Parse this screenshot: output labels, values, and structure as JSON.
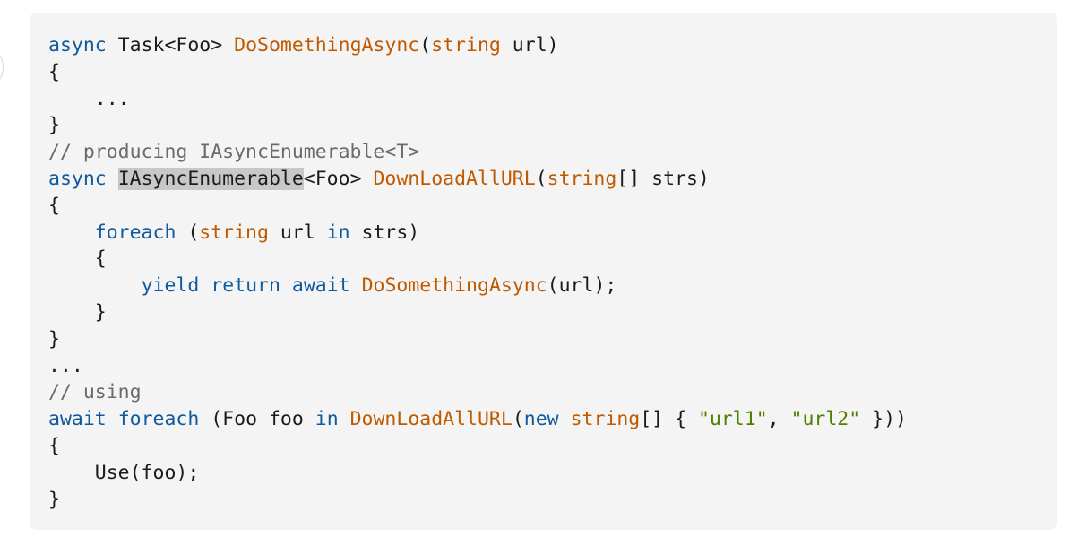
{
  "code": {
    "lines": [
      [
        {
          "text": "async",
          "kind": "keyword"
        },
        {
          "text": " Task<Foo> ",
          "kind": "plain"
        },
        {
          "text": "DoSomethingAsync",
          "kind": "function"
        },
        {
          "text": "(",
          "kind": "plain"
        },
        {
          "text": "string",
          "kind": "type"
        },
        {
          "text": " url)",
          "kind": "plain"
        }
      ],
      [
        {
          "text": "{",
          "kind": "plain"
        }
      ],
      [
        {
          "text": "    ...",
          "kind": "plain"
        }
      ],
      [
        {
          "text": "}",
          "kind": "plain"
        }
      ],
      [
        {
          "text": "// producing IAsyncEnumerable<T>",
          "kind": "comment"
        }
      ],
      [
        {
          "text": "async",
          "kind": "keyword"
        },
        {
          "text": " ",
          "kind": "plain"
        },
        {
          "text": "IAsyncEnumerable",
          "kind": "highlight"
        },
        {
          "text": "<Foo> ",
          "kind": "plain"
        },
        {
          "text": "DownLoadAllURL",
          "kind": "function"
        },
        {
          "text": "(",
          "kind": "plain"
        },
        {
          "text": "string",
          "kind": "type"
        },
        {
          "text": "[] strs)",
          "kind": "plain"
        }
      ],
      [
        {
          "text": "{",
          "kind": "plain"
        }
      ],
      [
        {
          "text": "    ",
          "kind": "plain"
        },
        {
          "text": "foreach",
          "kind": "keyword"
        },
        {
          "text": " (",
          "kind": "plain"
        },
        {
          "text": "string",
          "kind": "type"
        },
        {
          "text": " url ",
          "kind": "plain"
        },
        {
          "text": "in",
          "kind": "keyword"
        },
        {
          "text": " strs)",
          "kind": "plain"
        }
      ],
      [
        {
          "text": "    {",
          "kind": "plain"
        }
      ],
      [
        {
          "text": "        ",
          "kind": "plain"
        },
        {
          "text": "yield",
          "kind": "keyword"
        },
        {
          "text": " ",
          "kind": "plain"
        },
        {
          "text": "return",
          "kind": "keyword"
        },
        {
          "text": " ",
          "kind": "plain"
        },
        {
          "text": "await",
          "kind": "keyword"
        },
        {
          "text": " ",
          "kind": "plain"
        },
        {
          "text": "DoSomethingAsync",
          "kind": "function"
        },
        {
          "text": "(url);",
          "kind": "plain"
        }
      ],
      [
        {
          "text": "    }",
          "kind": "plain"
        }
      ],
      [
        {
          "text": "}",
          "kind": "plain"
        }
      ],
      [
        {
          "text": "...",
          "kind": "plain"
        }
      ],
      [
        {
          "text": "// using",
          "kind": "comment"
        }
      ],
      [
        {
          "text": "await",
          "kind": "keyword"
        },
        {
          "text": " ",
          "kind": "plain"
        },
        {
          "text": "foreach",
          "kind": "keyword"
        },
        {
          "text": " (Foo foo ",
          "kind": "plain"
        },
        {
          "text": "in",
          "kind": "keyword"
        },
        {
          "text": " ",
          "kind": "plain"
        },
        {
          "text": "DownLoadAllURL",
          "kind": "function"
        },
        {
          "text": "(",
          "kind": "plain"
        },
        {
          "text": "new",
          "kind": "keyword"
        },
        {
          "text": " ",
          "kind": "plain"
        },
        {
          "text": "string",
          "kind": "type"
        },
        {
          "text": "[] { ",
          "kind": "plain"
        },
        {
          "text": "\"url1\"",
          "kind": "string"
        },
        {
          "text": ", ",
          "kind": "plain"
        },
        {
          "text": "\"url2\"",
          "kind": "string"
        },
        {
          "text": " }))",
          "kind": "plain"
        }
      ],
      [
        {
          "text": "{",
          "kind": "plain"
        }
      ],
      [
        {
          "text": "    Use(foo);",
          "kind": "plain"
        }
      ],
      [
        {
          "text": "}",
          "kind": "plain"
        }
      ]
    ]
  },
  "colors": {
    "background": "#f4f4f4",
    "keyword": "#0f5a9e",
    "type": "#c05a00",
    "function": "#c05a00",
    "string": "#4e7f00",
    "comment": "#6b6b6b",
    "plain": "#1b1b1b",
    "highlight": "#c8c8c8"
  }
}
